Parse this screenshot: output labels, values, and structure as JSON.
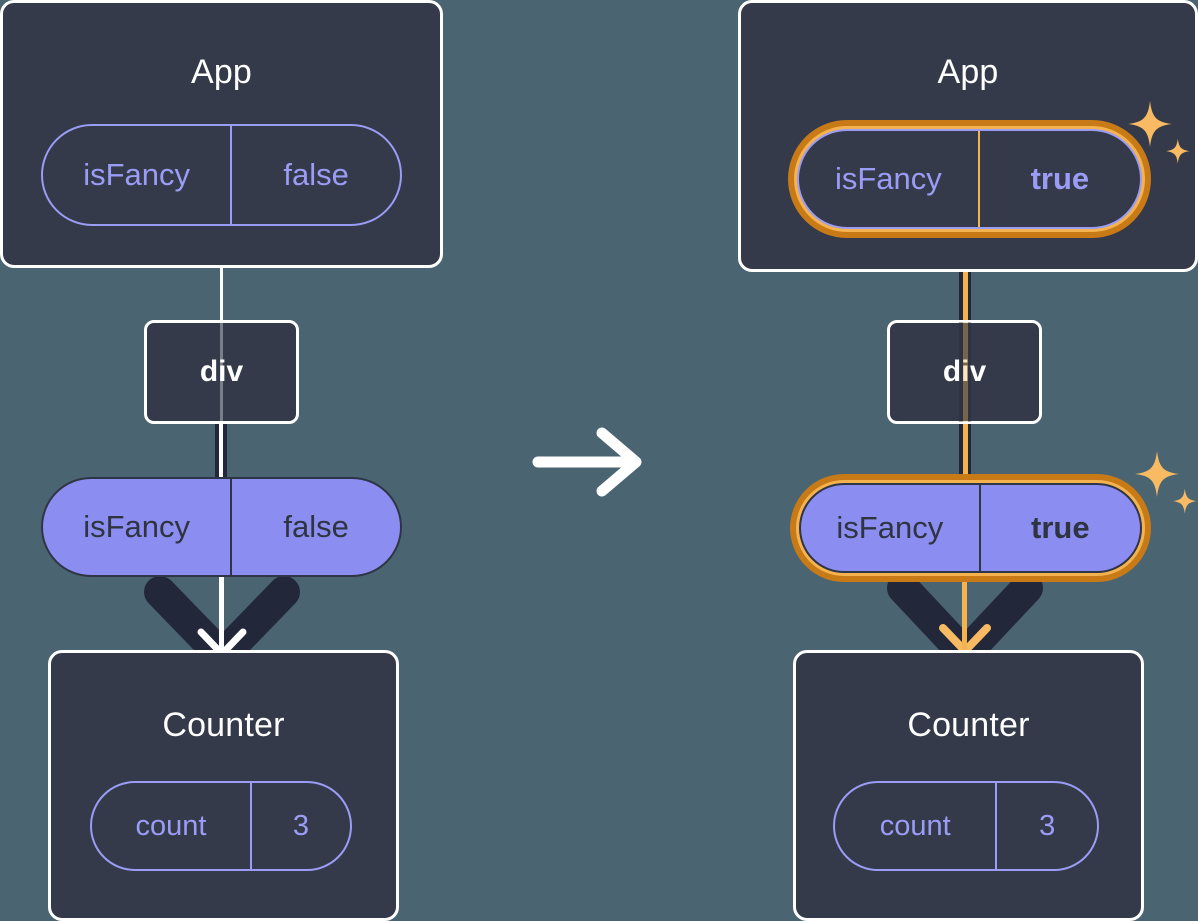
{
  "diagram": {
    "title_semantics": "react-state-propagation-before-after",
    "transition_arrow": "right-arrow-icon"
  },
  "colors": {
    "background": "#4b6472",
    "box_fill": "#343a49",
    "box_border": "#ffffff",
    "pill_purple_fill": "#8b8df0",
    "pill_outline_purple": "#9a9cf5",
    "highlight_orange_dark": "#c87a17",
    "highlight_orange_light": "#f5b350",
    "connector_dark": "#22273a",
    "text_light": "#ffffff",
    "text_dark": "#2e3440"
  },
  "panels": [
    {
      "id": "before",
      "app": {
        "title": "App",
        "pill": {
          "key": "isFancy",
          "value": "false",
          "style": "outline",
          "highlighted": false,
          "bold_value": false
        }
      },
      "div": {
        "label": "div"
      },
      "prop_pill": {
        "key": "isFancy",
        "value": "false",
        "style": "filled",
        "highlighted": false,
        "bold_value": false
      },
      "counter": {
        "title": "Counter",
        "pill": {
          "key": "count",
          "value": "3",
          "style": "outline",
          "highlighted": false,
          "bold_value": false
        }
      },
      "sparkles": false
    },
    {
      "id": "after",
      "app": {
        "title": "App",
        "pill": {
          "key": "isFancy",
          "value": "true",
          "style": "outline",
          "highlighted": true,
          "bold_value": true
        }
      },
      "div": {
        "label": "div"
      },
      "prop_pill": {
        "key": "isFancy",
        "value": "true",
        "style": "filled",
        "highlighted": true,
        "bold_value": true
      },
      "counter": {
        "title": "Counter",
        "pill": {
          "key": "count",
          "value": "3",
          "style": "outline",
          "highlighted": false,
          "bold_value": false
        }
      },
      "sparkles": true
    }
  ]
}
